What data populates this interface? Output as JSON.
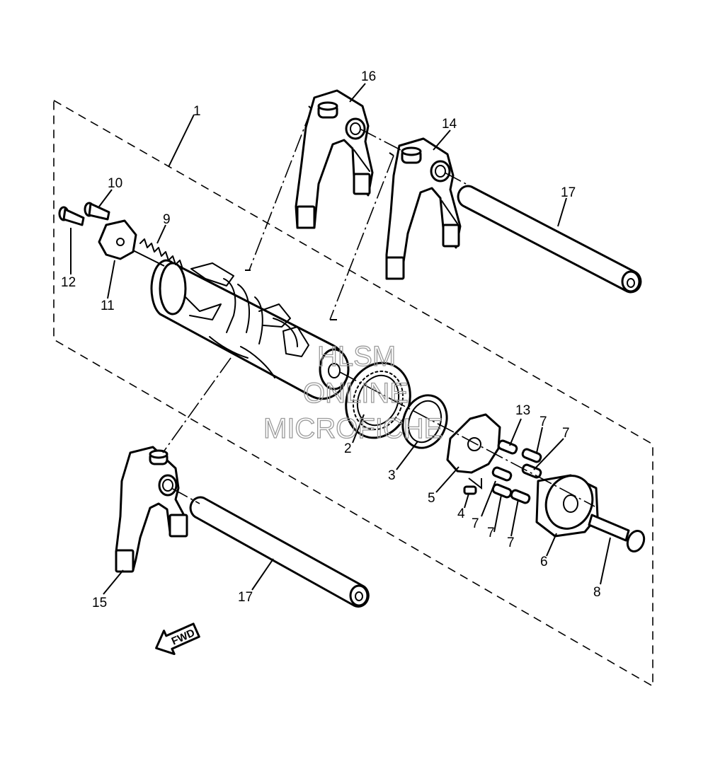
{
  "callouts": {
    "c1": "1",
    "c2": "2",
    "c3": "3",
    "c4": "4",
    "c5": "5",
    "c6": "6",
    "c7a": "7",
    "c7b": "7",
    "c7c": "7",
    "c7d": "7",
    "c7e": "7",
    "c8": "8",
    "c9": "9",
    "c10": "10",
    "c11": "11",
    "c12": "12",
    "c13": "13",
    "c14": "14",
    "c15": "15",
    "c16": "16",
    "c17a": "17",
    "c17b": "17"
  },
  "direction_label": "FWD",
  "watermark": {
    "line1": "HLSM",
    "line2": "ONLINE",
    "line3": "MICROFICHE"
  }
}
